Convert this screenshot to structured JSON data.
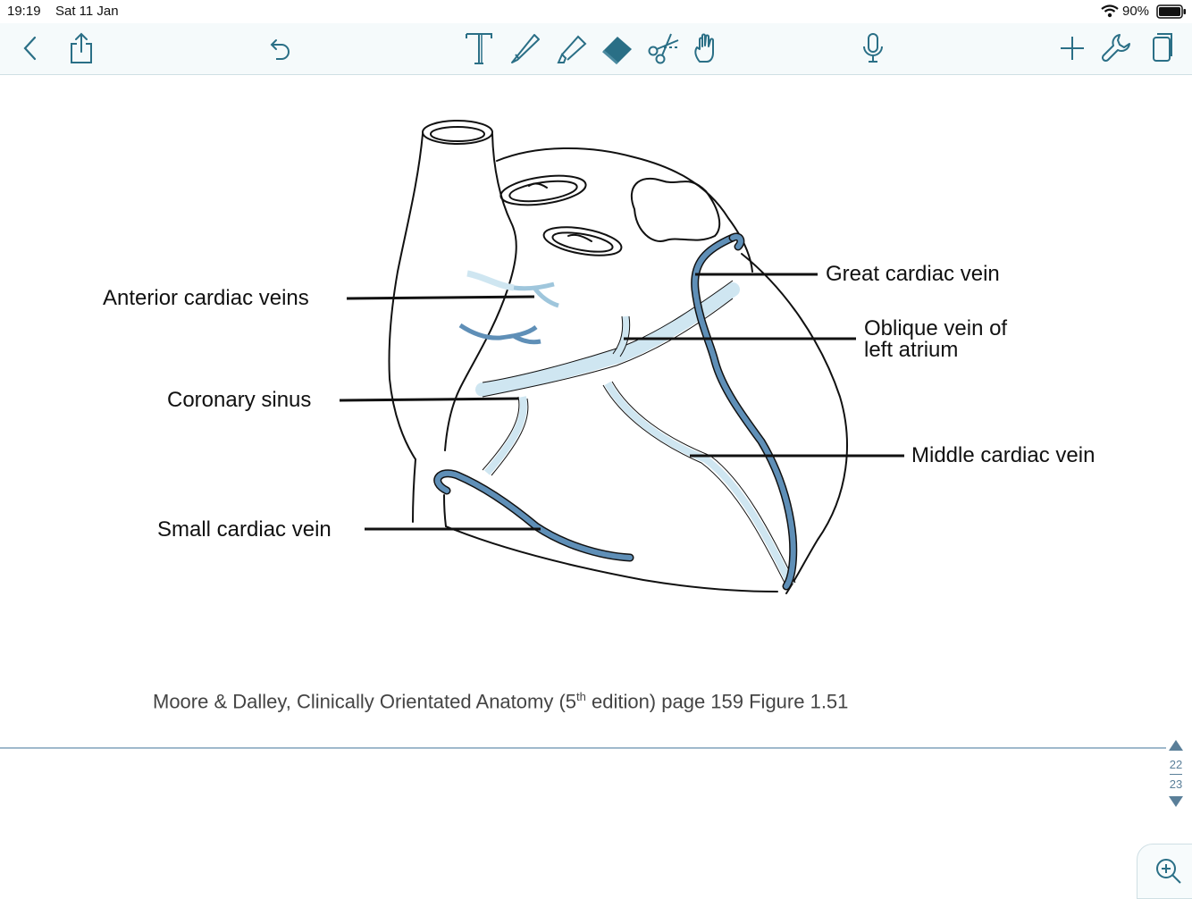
{
  "status": {
    "time": "19:19",
    "date": "Sat 11 Jan",
    "battery": "90%"
  },
  "toolbar": {
    "icons": [
      "back-icon",
      "share-icon",
      "undo-icon",
      "text-tool-icon",
      "pen-icon",
      "highlighter-icon",
      "eraser-icon",
      "scissors-icon",
      "hand-icon",
      "microphone-icon",
      "add-icon",
      "wrench-icon",
      "pages-icon"
    ],
    "accent": "#2a6f86"
  },
  "diagram": {
    "labels": {
      "anterior": "Anterior cardiac veins",
      "coronary": "Coronary sinus",
      "small": "Small cardiac vein",
      "great": "Great cardiac vein",
      "oblique_line1": "Oblique vein of",
      "oblique_line2": "left atrium",
      "middle": "Middle cardiac vein"
    },
    "colors": {
      "vein_dark": "#5f8fb7",
      "vein_light": "#cfe6f1"
    }
  },
  "caption": {
    "pre": "Moore & Dalley, Clinically Orientated Anatomy (5",
    "sup": "th",
    "post": " edition) page 159 Figure 1.51"
  },
  "pager": {
    "current": "22",
    "total": "23"
  }
}
